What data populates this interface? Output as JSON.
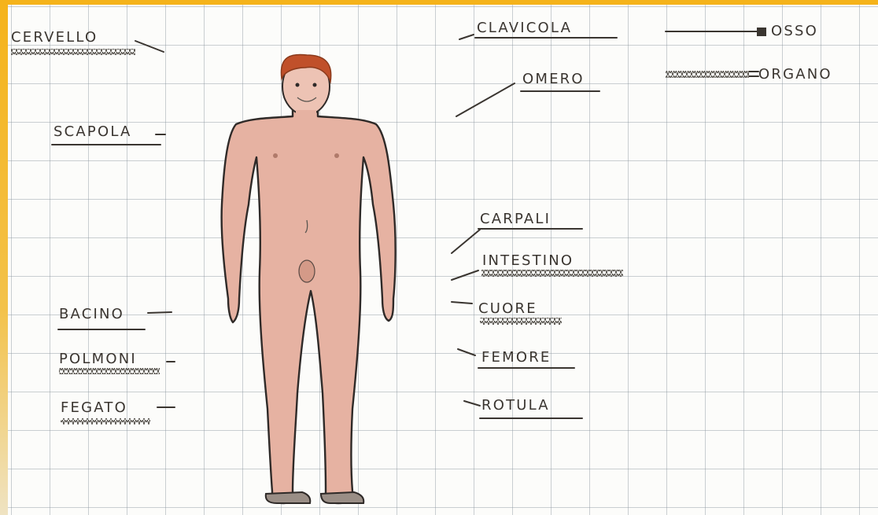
{
  "labels": {
    "cervello": "CERVELLO",
    "scapola": "SCAPOLA",
    "bacino": "BACINO",
    "polmoni": "POLMONI",
    "fegato": "FEGATO",
    "clavicola": "CLAVICOLA",
    "omero": "OMERO",
    "carpali": "CARPALI",
    "intestino": "INTESTINO",
    "cuore": "CUORE",
    "femore": "FEMORE",
    "rotula": "ROTULA"
  },
  "legend": {
    "bone": "OSSO",
    "organ": "ORGANO"
  },
  "colors": {
    "background_frame": "#f5b31a",
    "paper": "#fcfcfa",
    "skin": "#e6b2a2",
    "hair": "#c0502a",
    "ink": "#3a3530"
  }
}
